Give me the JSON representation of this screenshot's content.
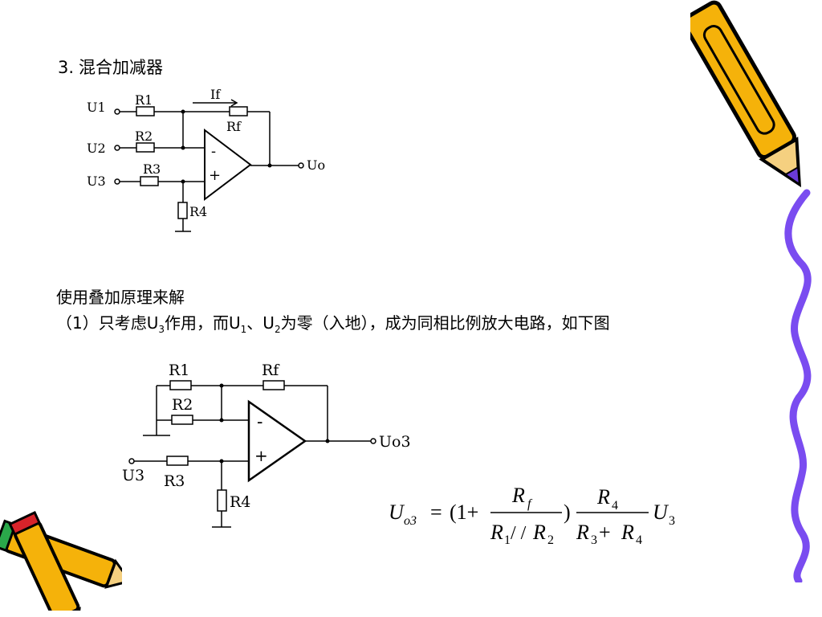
{
  "heading": {
    "number": "3.",
    "title": "混合加减器"
  },
  "circuit1": {
    "labels": {
      "u1": "U1",
      "u2": "U2",
      "u3": "U3",
      "r1": "R1",
      "r2": "R2",
      "r3": "R3",
      "r4": "R4",
      "rf": "Rf",
      "if": "If",
      "uo": "Uo",
      "minus": "-",
      "plus": "+"
    }
  },
  "text": {
    "line1": "使用叠加原理来解",
    "line2_part1": "（1）只考虑U",
    "line2_sub1": "3",
    "line2_part2": "作用，而U",
    "line2_sub2": "1",
    "line2_part3": "、U",
    "line2_sub3": "2",
    "line2_part4": "为零（入地），成为同相比例放大电路，如下图"
  },
  "circuit2": {
    "labels": {
      "r1": "R1",
      "r2": "R2",
      "r3": "R3",
      "r4": "R4",
      "rf": "Rf",
      "u3": "U3",
      "uo3": "Uo3",
      "minus": "-",
      "plus": "+"
    }
  },
  "formula": {
    "lhs": "U",
    "lhs_sub": "o3",
    "eq": "=",
    "open": "(1+",
    "close": ")",
    "num1": "R",
    "num1_sub": "f",
    "den1_a": "R",
    "den1_a_sub": "1",
    "den1_sep": "/ /",
    "den1_b": "R",
    "den1_b_sub": "2",
    "num2": "R",
    "num2_sub": "4",
    "den2_a": "R",
    "den2_a_sub": "3",
    "den2_plus": "+",
    "den2_b": "R",
    "den2_b_sub": "4",
    "rhs": "U",
    "rhs_sub": "3"
  },
  "decor": {
    "pencil_icon": "pencil-icon",
    "wavy_line_color": "#7a4cf0",
    "pencil_body_color": "#f5b20a",
    "pencil_tip_color": "#6a3bd8"
  }
}
